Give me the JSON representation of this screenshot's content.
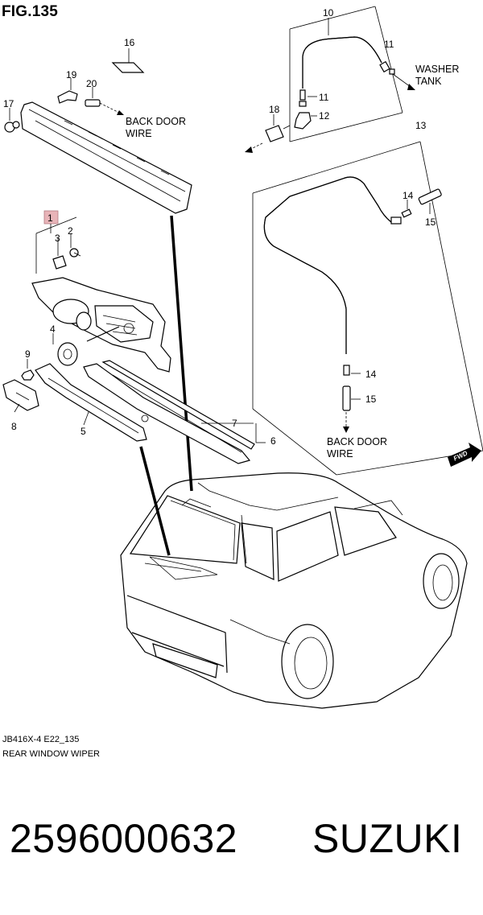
{
  "figure": {
    "title": "FIG.135"
  },
  "callouts": {
    "c1": "1",
    "c2": "2",
    "c3": "3",
    "c4": "4",
    "c5": "5",
    "c6": "6",
    "c7": "7",
    "c8": "8",
    "c9": "9",
    "c10": "10",
    "c11a": "11",
    "c11b": "11",
    "c12": "12",
    "c13": "13",
    "c14a": "14",
    "c14b": "14",
    "c15a": "15",
    "c15b": "15",
    "c16": "16",
    "c17": "17",
    "c18": "18",
    "c19": "19",
    "c20": "20"
  },
  "notes": {
    "back_door_wire_top": [
      "BACK DOOR",
      "WIRE"
    ],
    "washer_tank": [
      "WASHER",
      "TANK"
    ],
    "back_door_wire_bottom": [
      "BACK DOOR",
      "WIRE"
    ],
    "fwd": "FWD"
  },
  "footer": {
    "code": "JB416X-4 E22_135",
    "description": "REAR WINDOW WIPER"
  },
  "product": {
    "part_number": "2596000632",
    "brand": "SUZUKI"
  },
  "colors": {
    "highlight_box": "#e8b4b8",
    "ink": "#000000",
    "background": "#ffffff"
  }
}
